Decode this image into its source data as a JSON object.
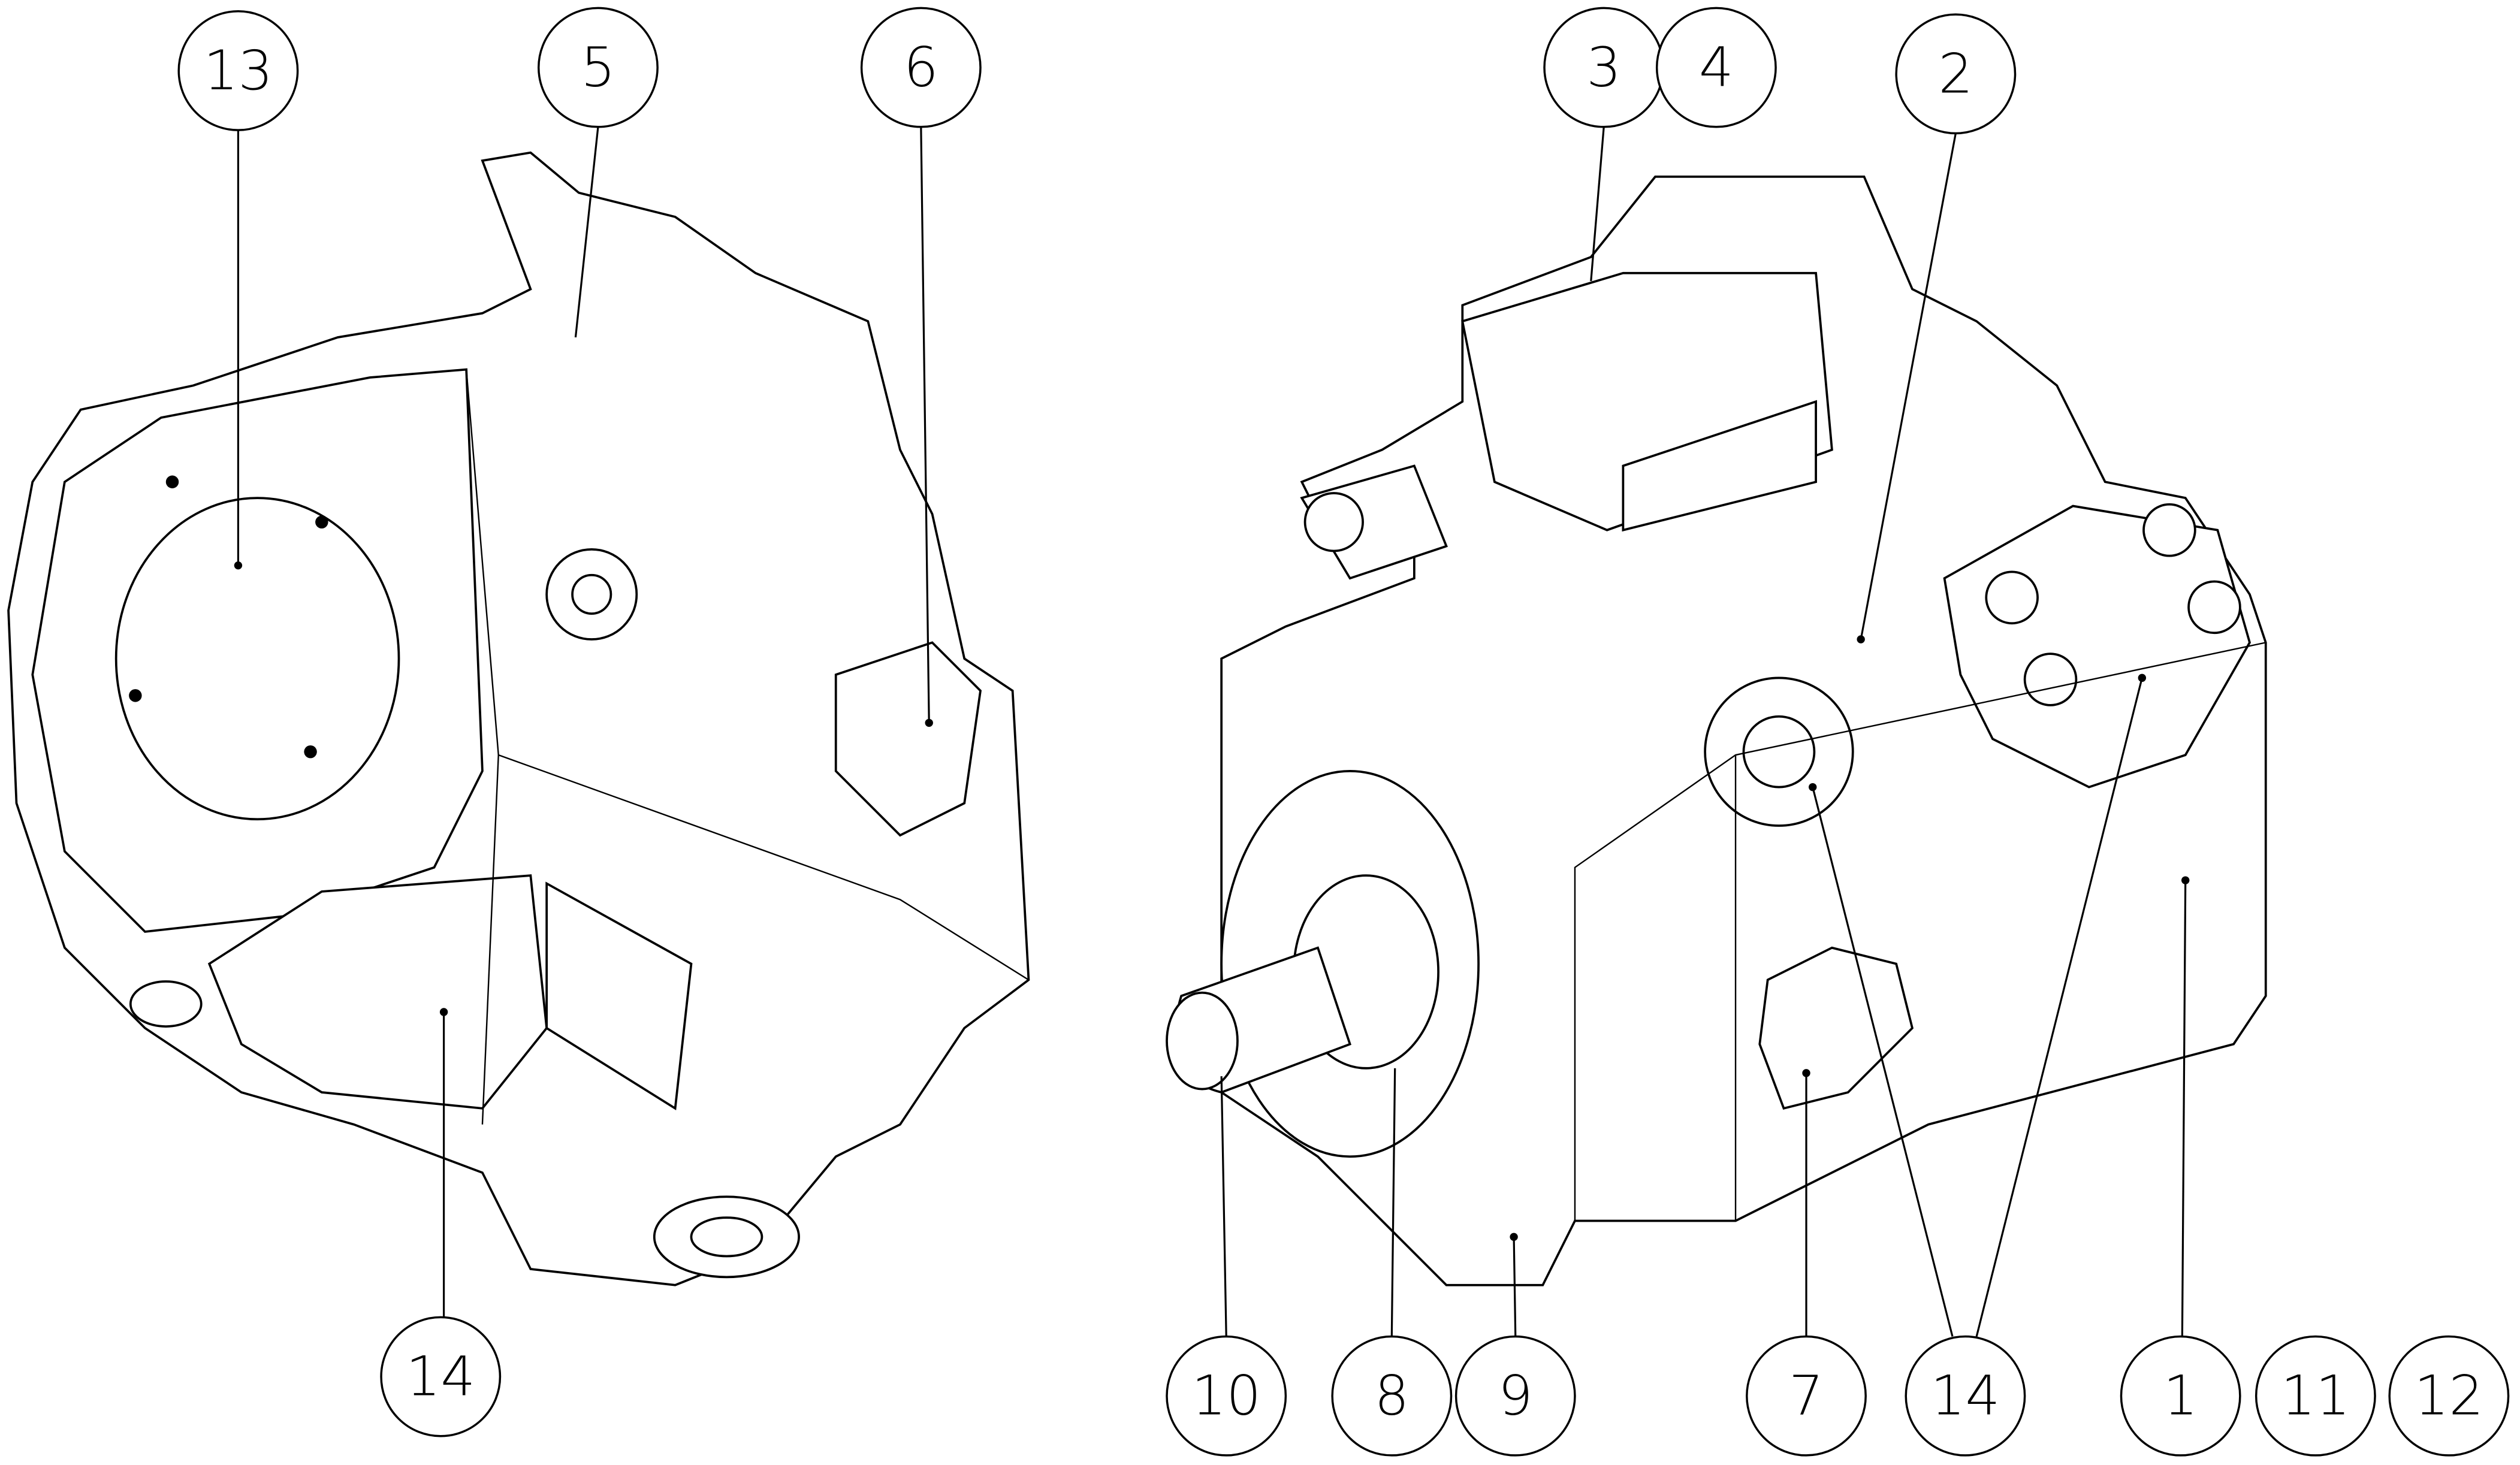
{
  "diagram": {
    "title": "Hydraulic pump parts callout diagram",
    "callouts": {
      "c13": "13",
      "c5": "5",
      "c6": "6",
      "c14_left": "14",
      "c3": "3",
      "c4": "4",
      "c2": "2",
      "c10": "10",
      "c8": "8",
      "c9": "9",
      "c7": "7",
      "c14_right": "14",
      "c1": "1",
      "c11": "11",
      "c12": "12"
    },
    "colors": {
      "line": "#000000",
      "background": "#ffffff"
    }
  }
}
